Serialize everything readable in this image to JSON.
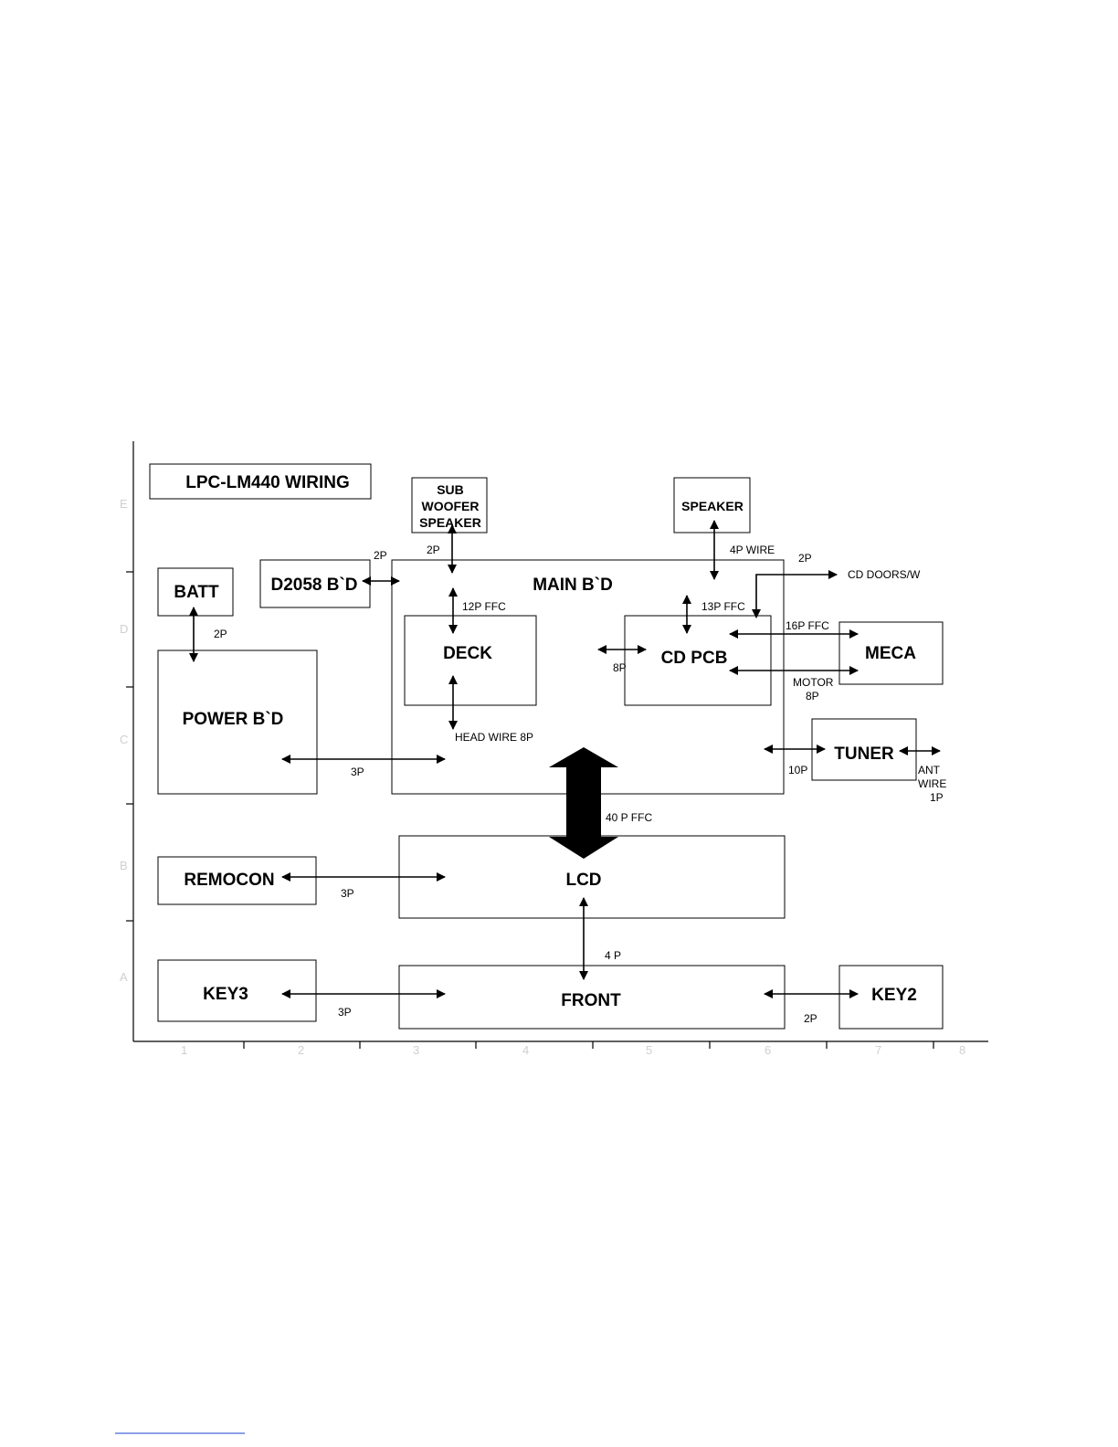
{
  "title": "LPC-LM440 WIRING",
  "boxes": {
    "sub_woofer": [
      "SUB",
      "WOOFER",
      "SPEAKER"
    ],
    "speaker": "SPEAKER",
    "batt": "BATT",
    "d2058": "D2058 B`D",
    "main": "MAIN B`D",
    "deck": "DECK",
    "cd_pcb": "CD PCB",
    "meca": "MECA",
    "power": "POWER B`D",
    "tuner": "TUNER",
    "remocon": "REMOCON",
    "lcd": "LCD",
    "key3": "KEY3",
    "front": "FRONT",
    "key2": "KEY2"
  },
  "connectors": {
    "d2058_main": "2P",
    "sub_main": "2P",
    "speaker_wire": "4P WIRE",
    "cd_doors_pin": "2P",
    "cd_doors": "CD DOORS/W",
    "batt_power": "2P",
    "deck_ffc": "12P FFC",
    "cd_ffc": "13P FFC",
    "meca_ffc": "16P FFC",
    "deck_cd": "8P",
    "motor": [
      "MOTOR",
      "8P"
    ],
    "head_wire": "HEAD WIRE 8P",
    "power_main": "3P",
    "tuner_pin": "10P",
    "ant_wire": [
      "ANT",
      "WIRE",
      "1P"
    ],
    "lcd_ffc": "40 P FFC",
    "remocon_lcd": "3P",
    "lcd_front": "4 P",
    "key3_front": "3P",
    "front_key2": "2P"
  },
  "grid": {
    "rows": [
      "E",
      "D",
      "C",
      "B",
      "A"
    ],
    "cols": [
      "1",
      "2",
      "3",
      "4",
      "5",
      "6",
      "7",
      "8"
    ]
  },
  "colors": {
    "line": "#000000",
    "grid": "#cfcfcf",
    "footer_link": "#1a3fcf"
  }
}
